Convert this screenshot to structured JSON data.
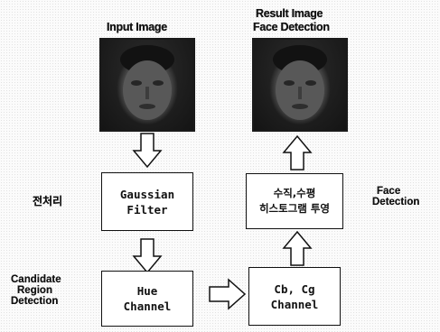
{
  "titles": {
    "input": "Input Image",
    "result_line1": "Result Image",
    "result_line2": "Face Detection"
  },
  "side_labels": {
    "preprocess": "전처리",
    "candidate_line1": "Candidate",
    "candidate_line2": "Region",
    "candidate_line3": "Detection",
    "face_line1": "Face",
    "face_line2": "Detection"
  },
  "boxes": {
    "gaussian": {
      "line1": "Gaussian",
      "line2": "Filter"
    },
    "hue": {
      "line1": "Hue",
      "line2": "Channel"
    },
    "cbcg": {
      "line1": "Cb, Cg",
      "line2": "Channel"
    },
    "projection": {
      "line1": "수직,수평",
      "line2": "히스토그램 투영"
    }
  },
  "photos": {
    "input": "face-photo",
    "result": "face-photo-detected"
  },
  "arrow_icons": [
    "arrow-down-icon",
    "arrow-down-icon",
    "arrow-right-icon",
    "arrow-up-icon",
    "arrow-up-icon"
  ]
}
